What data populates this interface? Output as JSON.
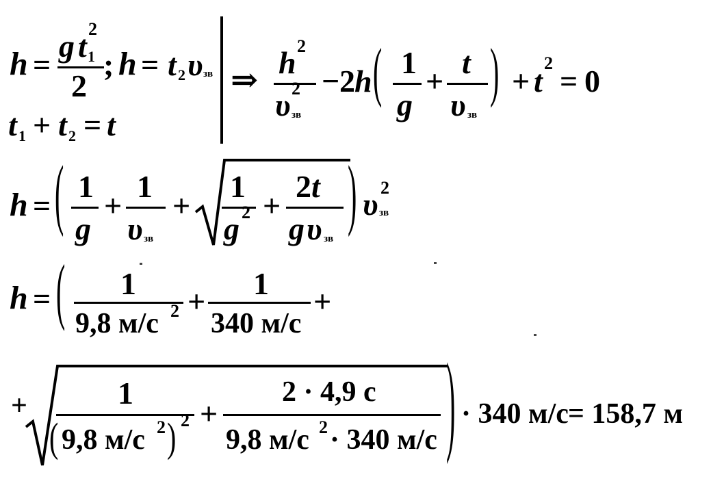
{
  "page": {
    "bg_color": "#ffffff",
    "text_color": "#000000"
  },
  "sym": {
    "h": "h",
    "g": "g",
    "t": "t",
    "v": "υ",
    "one": "1",
    "two": "2",
    "eq": "=",
    "plus": "+",
    "minus": "−",
    "dot": "·",
    "sq": "2",
    "sub_one": "1",
    "sub_two": "2",
    "sub_zv": "зв",
    "implies": "⇒",
    "semicolon": ";",
    "zero": "0",
    "sqrt": "√",
    "lparen": "(",
    "rparen": ")"
  },
  "num": {
    "g_val": "9,8 м/с",
    "g_val_paren": "9,8 м/с",
    "v_val": "340 м/с",
    "numerator_2t": "2 · 4,9 с",
    "den_prod": "9,8 м/с",
    "den_prod_tail": " · 340 м/с",
    "final_mult": "· 340 м/с",
    "result": "= 158,7 м"
  }
}
